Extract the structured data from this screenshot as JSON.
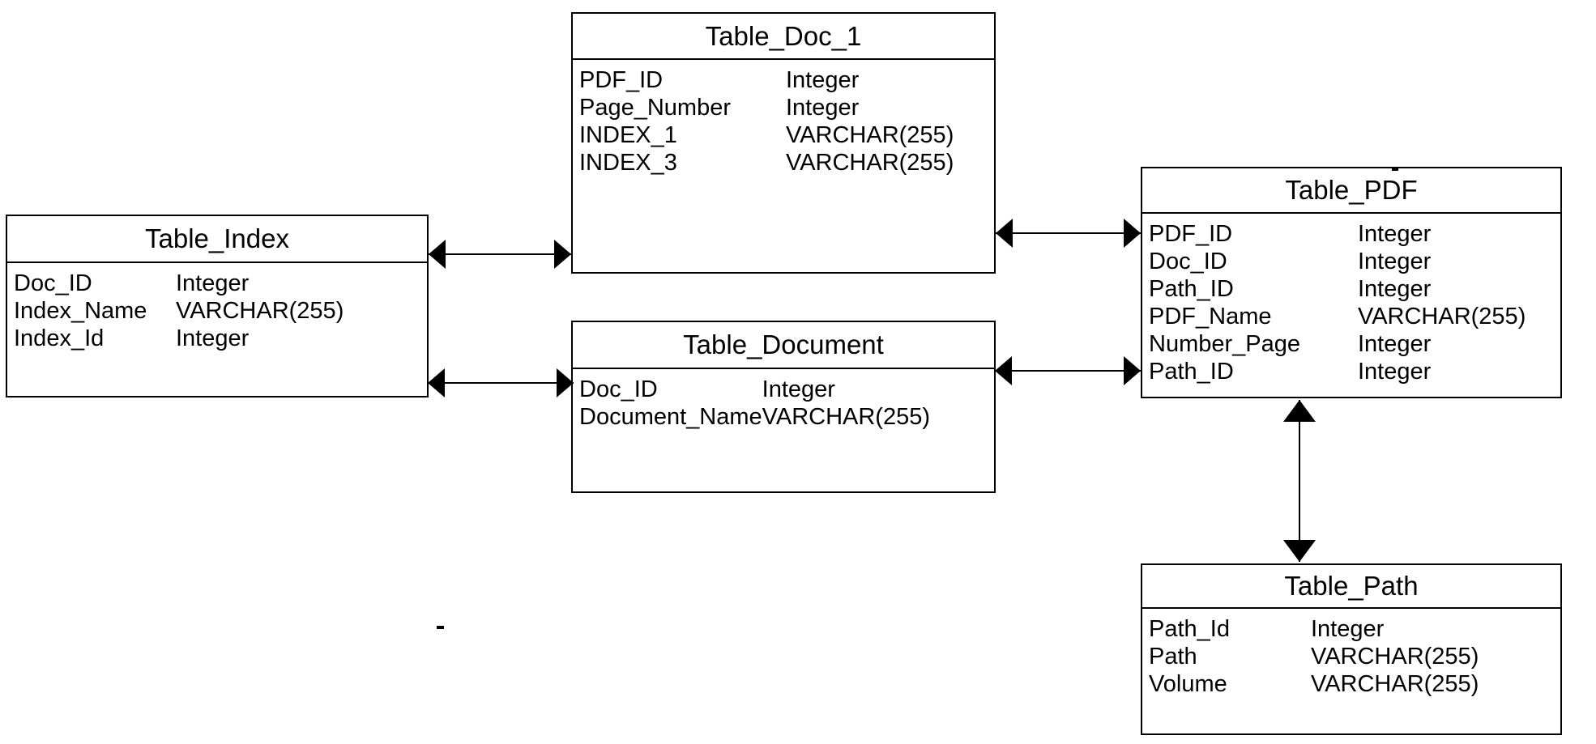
{
  "diagram": {
    "type": "database-er-diagram",
    "colors": {
      "background": "#ffffff",
      "line": "#000000",
      "text": "#000000"
    },
    "tables": [
      {
        "title": "Table_Index",
        "fields": [
          {
            "name": "Doc_ID",
            "type": "Integer"
          },
          {
            "name": "Index_Name",
            "type": "VARCHAR(255)"
          },
          {
            "name": "Index_Id",
            "type": "Integer"
          }
        ]
      },
      {
        "title": "Table_Doc_1",
        "fields": [
          {
            "name": "PDF_ID",
            "type": "Integer"
          },
          {
            "name": "Page_Number",
            "type": "Integer"
          },
          {
            "name": "INDEX_1",
            "type": "VARCHAR(255)"
          },
          {
            "name": "INDEX_3",
            "type": "VARCHAR(255)"
          }
        ]
      },
      {
        "title": "Table_Document",
        "fields": [
          {
            "name": "Doc_ID",
            "type": "Integer"
          },
          {
            "name": "Document_Name",
            "type": "VARCHAR(255)"
          }
        ]
      },
      {
        "title": "Table_PDF",
        "fields": [
          {
            "name": "PDF_ID",
            "type": "Integer"
          },
          {
            "name": "Doc_ID",
            "type": "Integer"
          },
          {
            "name": "Path_ID",
            "type": "Integer"
          },
          {
            "name": "PDF_Name",
            "type": "VARCHAR(255)"
          },
          {
            "name": "Number_Page",
            "type": "Integer"
          },
          {
            "name": "Path_ID",
            "type": "Integer"
          }
        ]
      },
      {
        "title": "Table_Path",
        "fields": [
          {
            "name": "Path_Id",
            "type": "Integer"
          },
          {
            "name": "Path",
            "type": "VARCHAR(255)"
          },
          {
            "name": "Volume",
            "type": "VARCHAR(255)"
          }
        ]
      }
    ],
    "relationships": [
      {
        "from": "Table_Index",
        "to": "Table_Doc_1",
        "style": "double-headed-arrow"
      },
      {
        "from": "Table_Index",
        "to": "Table_Document",
        "style": "double-headed-arrow"
      },
      {
        "from": "Table_Doc_1",
        "to": "Table_PDF",
        "style": "double-headed-arrow"
      },
      {
        "from": "Table_Document",
        "to": "Table_PDF",
        "style": "double-headed-arrow"
      },
      {
        "from": "Table_PDF",
        "to": "Table_Path",
        "style": "double-headed-arrow"
      }
    ]
  }
}
